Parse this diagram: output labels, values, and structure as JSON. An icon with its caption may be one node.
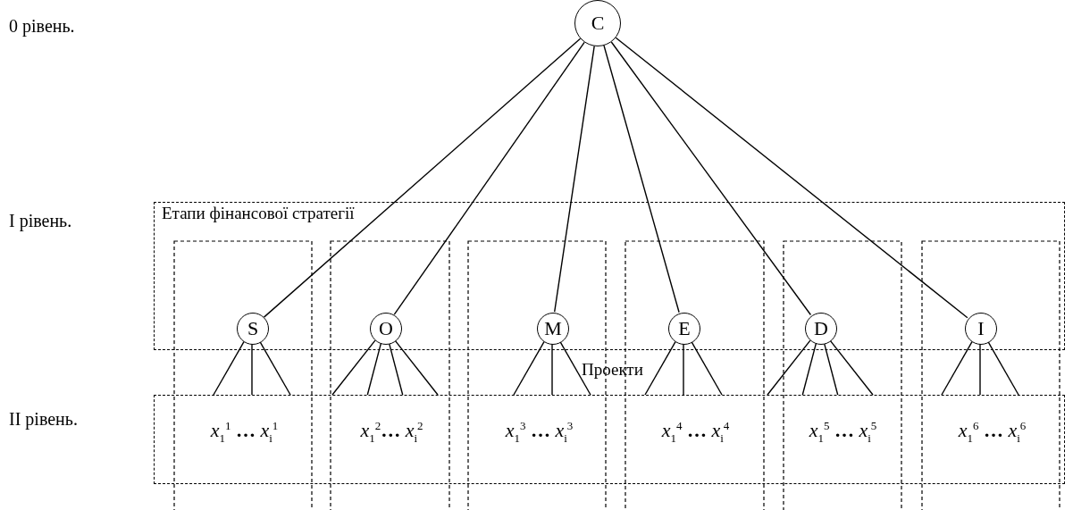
{
  "diagram": {
    "nodes": [
      {
        "text": [
          "C"
        ]
      },
      {
        "text": [
          "Етапи фінансової стратегії"
        ]
      },
      {
        "text": [
          "Проекти"
        ]
      },
      {
        "text": [
          "S"
        ],
        "in": 1
      },
      {
        "text": [
          "O"
        ],
        "in": 1
      },
      {
        "text": [
          "M"
        ],
        "in": 1
      },
      {
        "text": [
          "E"
        ],
        "in": 1
      },
      {
        "text": [
          "D"
        ],
        "in": 1
      },
      {
        "text": [
          "I"
        ],
        "in": 1
      },
      {
        "text": [
          "*x*$_{1}$$^{1}$ **…** *x*$_{i}$$^{1}$"
        ],
        "in": 2
      },
      {
        "text": [
          "*x*$_{1}$$^{2}$**…** *x*$_{i}$$^{2}$"
        ],
        "in": 2
      },
      {
        "text": [
          "*x*$_{1}$$^{3}$ **…** *x*$_{i}$$^{3}$"
        ],
        "in": 2
      },
      {
        "text": [
          "*x*$_{1}$$^{4}$ **…** *x*$_{i}$$^{4}$"
        ],
        "in": 2
      },
      {
        "text": [
          "*x*$_{1}$$^{5}$ **…** *x*$_{i}$$^{5}$"
        ],
        "in": 2
      },
      {
        "text": [
          "*x*$_{1}$$^{6}$ **…** *x*$_{i}$$^{6}$"
        ],
        "in": 2
      }
    ],
    "edges": [
      {
        "from": 0,
        "to": 3,
        "arrow": "none"
      },
      {
        "from": 0,
        "to": 4,
        "arrow": "none"
      },
      {
        "from": 0,
        "to": 5,
        "arrow": "none"
      },
      {
        "from": 0,
        "to": 6,
        "arrow": "none"
      },
      {
        "from": 0,
        "to": 7,
        "arrow": "none"
      },
      {
        "from": 0,
        "to": 8,
        "arrow": "none"
      },
      {
        "from": 3,
        "to": 2,
        "arrow": "none"
      },
      {
        "from": 3,
        "to": 2,
        "arrow": "none"
      },
      {
        "from": 3,
        "to": 2,
        "arrow": "none"
      },
      {
        "from": 4,
        "to": 2,
        "arrow": "none"
      },
      {
        "from": 4,
        "to": 2,
        "arrow": "none"
      },
      {
        "from": 4,
        "to": 2,
        "arrow": "none"
      },
      {
        "from": 4,
        "to": 2,
        "arrow": "none"
      },
      {
        "from": 5,
        "to": 2,
        "arrow": "none"
      },
      {
        "from": 5,
        "to": 2,
        "arrow": "none"
      },
      {
        "from": 5,
        "to": 2,
        "arrow": "none"
      },
      {
        "from": 6,
        "to": 2,
        "arrow": "none"
      },
      {
        "from": 6,
        "to": 2,
        "arrow": "none"
      },
      {
        "from": 6,
        "to": 2,
        "arrow": "none"
      },
      {
        "from": 7,
        "to": 2,
        "arrow": "none"
      },
      {
        "from": 7,
        "to": 2,
        "arrow": "none"
      },
      {
        "from": 7,
        "to": 2,
        "arrow": "none"
      },
      {
        "from": 7,
        "to": 2,
        "arrow": "none"
      },
      {
        "from": 8,
        "to": 2,
        "arrow": "none"
      },
      {
        "from": 8,
        "to": 2,
        "arrow": "none"
      },
      {
        "from": 8,
        "to": 2,
        "arrow": "none"
      }
    ],
    "labels": [
      "0 рівень.",
      "I рівень.",
      "II рівень."
    ]
  }
}
